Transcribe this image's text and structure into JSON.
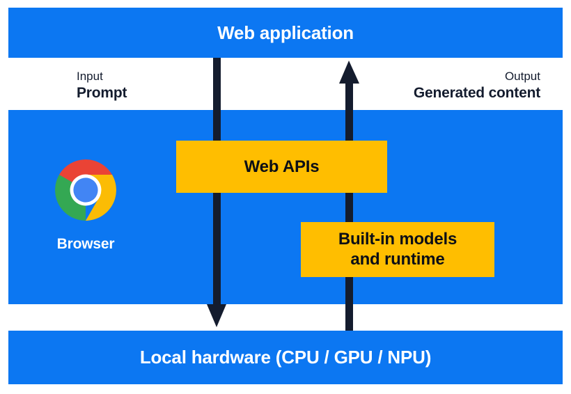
{
  "diagram": {
    "title_bar": {
      "label": "Web application"
    },
    "flows": [
      {
        "name": "input",
        "kind": "Input",
        "value": "Prompt",
        "direction": "down"
      },
      {
        "name": "output",
        "kind": "Output",
        "value": "Generated content",
        "direction": "up"
      }
    ],
    "browser_panel": {
      "logo_name": "chrome-logo",
      "label": "Browser",
      "boxes": [
        {
          "name": "web-apis",
          "label": "Web APIs"
        },
        {
          "name": "built-in-models",
          "line1": "Built-in models",
          "line2": "and runtime"
        }
      ]
    },
    "hardware_bar": {
      "label": "Local hardware (CPU / GPU / NPU)"
    },
    "colors": {
      "blue": "#0C77F2",
      "yellow": "#FFBE00",
      "arrow_navy": "#141C2E",
      "white": "#FFFFFF",
      "chrome_red": "#EA4335",
      "chrome_yellow": "#FBBC05",
      "chrome_green": "#34A853",
      "chrome_blue": "#4285F4"
    }
  }
}
